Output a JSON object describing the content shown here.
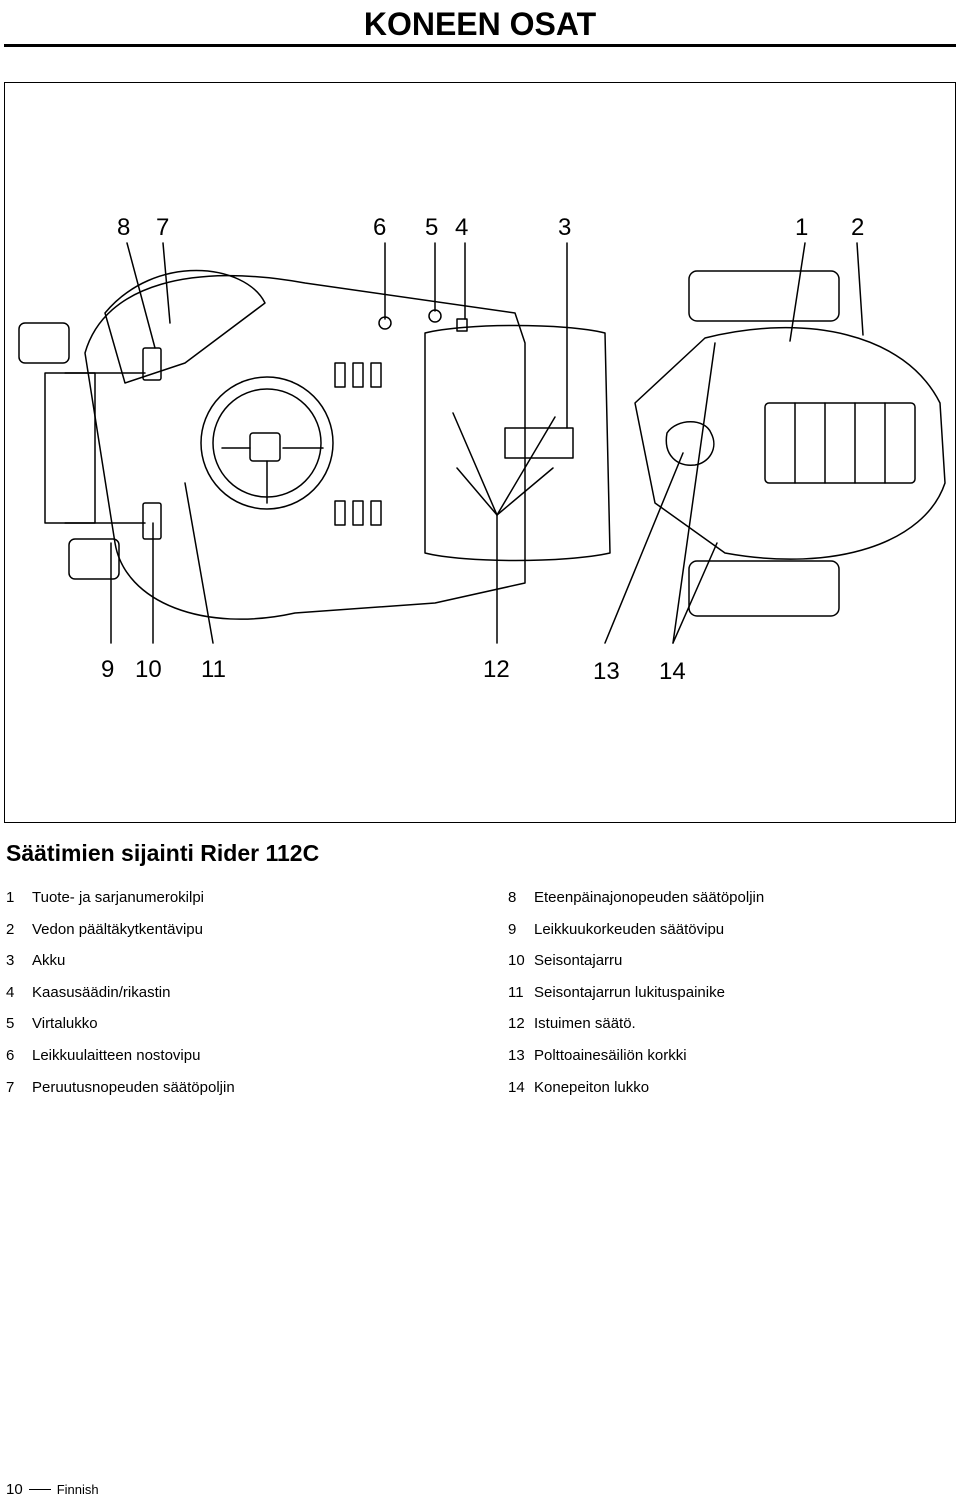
{
  "header": {
    "title": "KONEEN OSAT"
  },
  "figure": {
    "callouts_top": [
      "8",
      "7",
      "6",
      "5",
      "4",
      "3",
      "1",
      "2"
    ],
    "callouts_bottom": [
      "9",
      "10",
      "11",
      "12",
      "13",
      "14"
    ]
  },
  "section": {
    "title": "Säätimien sijainti Rider 112C"
  },
  "legend": [
    {
      "num": "1",
      "label": "Tuote- ja sarjanumerokilpi"
    },
    {
      "num": "2",
      "label": "Vedon päältäkytkentävipu"
    },
    {
      "num": "3",
      "label": "Akku"
    },
    {
      "num": "4",
      "label": "Kaasusäädin/rikastin"
    },
    {
      "num": "5",
      "label": "Virtalukko"
    },
    {
      "num": "6",
      "label": "Leikkuulaitteen nostovipu"
    },
    {
      "num": "7",
      "label": "Peruutusnopeuden säätöpoljin"
    },
    {
      "num": "8",
      "label": "Eteenpäinajonopeuden säätöpoljin"
    },
    {
      "num": "9",
      "label": "Leikkuukorkeuden säätövipu"
    },
    {
      "num": "10",
      "label": "Seisontajarru"
    },
    {
      "num": "11",
      "label": "Seisontajarrun lukituspainike"
    },
    {
      "num": "12",
      "label": "Istuimen säätö."
    },
    {
      "num": "13",
      "label": "Polttoainesäiliön korkki"
    },
    {
      "num": "14",
      "label": "Konepeiton lukko"
    }
  ],
  "footer": {
    "page_number": "10",
    "language": "Finnish"
  }
}
